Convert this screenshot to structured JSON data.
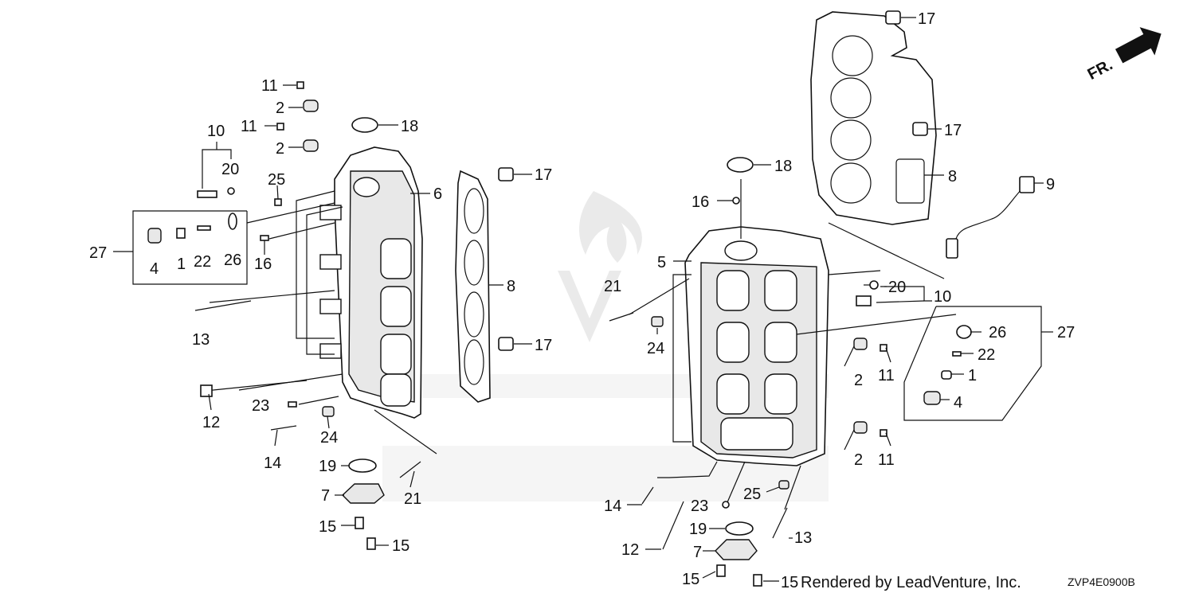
{
  "diagram": {
    "code": "ZVP4E0900B",
    "credit": "Rendered by LeadVenture, Inc.",
    "front_marker": "FR.",
    "callouts": {
      "c1": "1",
      "c2": "2",
      "c4": "4",
      "c5": "5",
      "c6": "6",
      "c7": "7",
      "c8": "8",
      "c9": "9",
      "c10": "10",
      "c11": "11",
      "c12": "12",
      "c13": "13",
      "c14": "14",
      "c15": "15",
      "c16": "16",
      "c17": "17",
      "c18": "18",
      "c19": "19",
      "c20": "20",
      "c21": "21",
      "c22": "22",
      "c23": "23",
      "c24": "24",
      "c25": "25",
      "c26": "26",
      "c27": "27"
    }
  }
}
